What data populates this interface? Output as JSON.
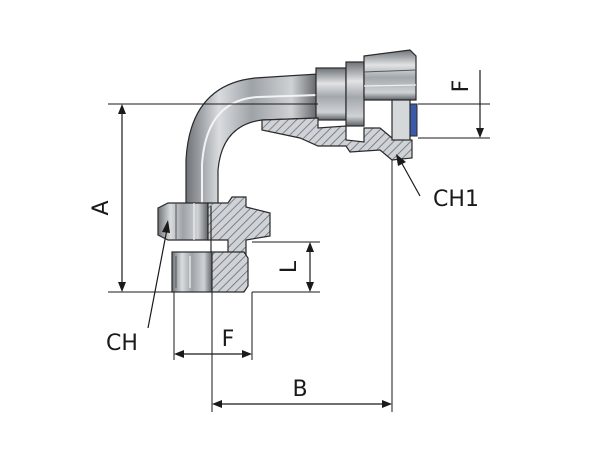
{
  "drawing": {
    "labels": {
      "A": "A",
      "B": "B",
      "F_top": "F",
      "F_bottom": "F",
      "L": "L",
      "CH": "CH",
      "CH1": "CH1"
    }
  }
}
